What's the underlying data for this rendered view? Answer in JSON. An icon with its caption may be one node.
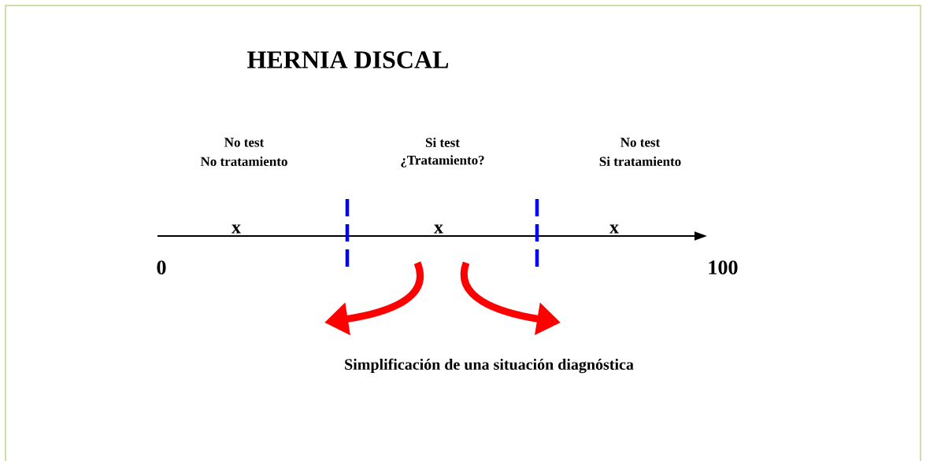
{
  "diagram": {
    "title": "HERNIA DISCAL",
    "caption": "Simplificación de una situación diagnóstica",
    "labels": [
      "No test",
      "No tratamiento",
      "Si test",
      "¿Tratamiento?",
      "No test",
      "Si tratamiento",
      "x",
      "x",
      "x",
      "0",
      "100"
    ]
  }
}
